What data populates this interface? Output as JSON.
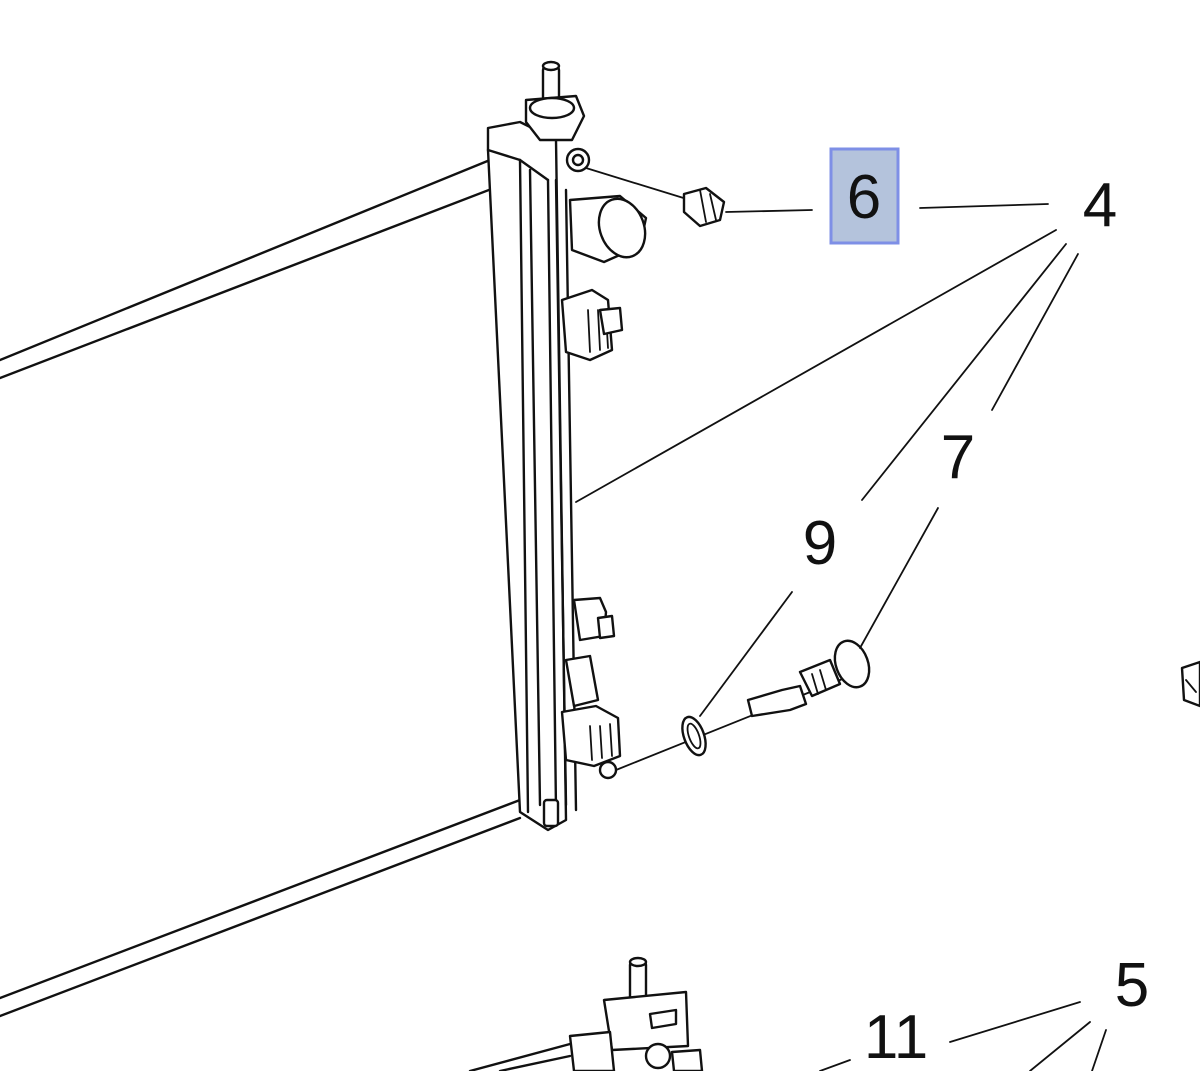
{
  "diagram": {
    "callouts": {
      "c4": "4",
      "c5": "5",
      "c6": "6",
      "c7": "7",
      "c9": "9",
      "c11": "11"
    },
    "highlighted_callout": "6",
    "colors": {
      "line": "#111111",
      "highlight_fill": "#b4c3dc",
      "highlight_border": "#7e8fe6"
    }
  }
}
